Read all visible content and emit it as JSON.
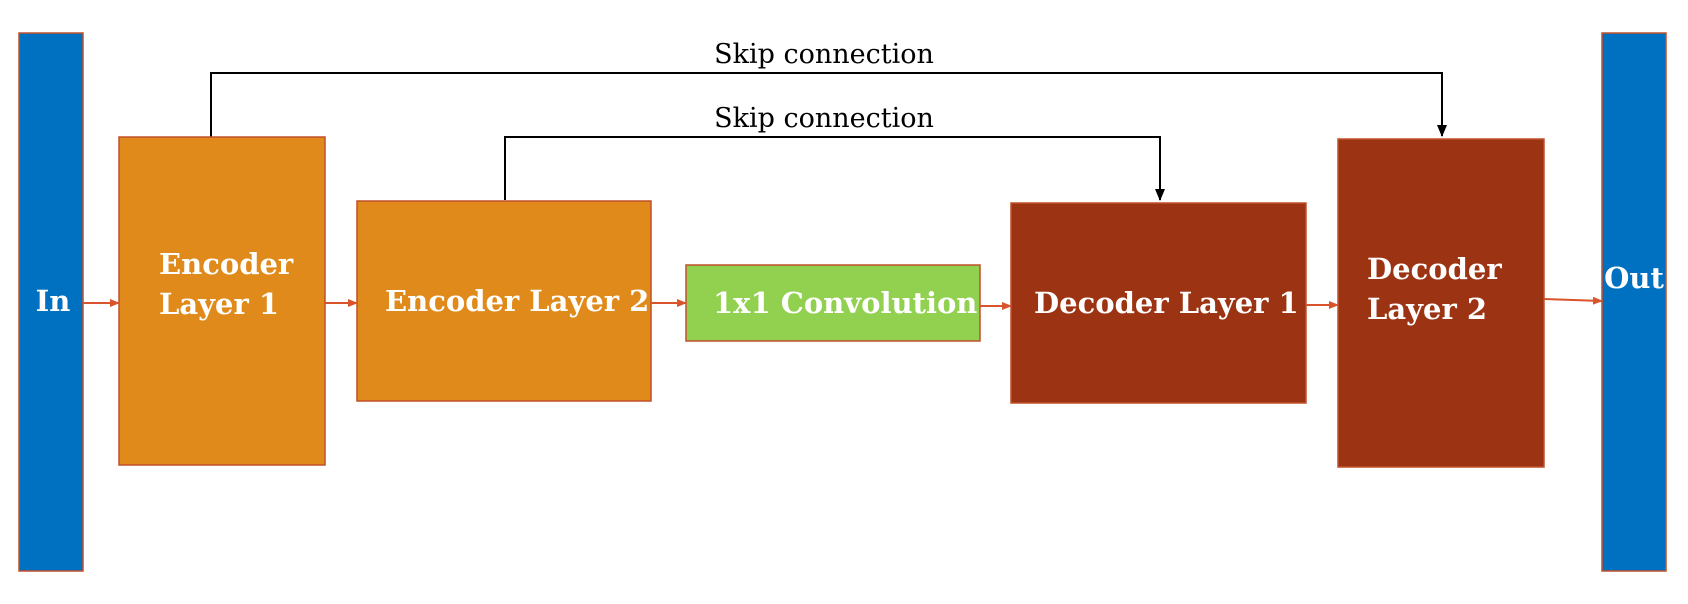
{
  "nodes": {
    "input": {
      "label": "In",
      "color": "#0070c0"
    },
    "encoder_1": {
      "label_lines": [
        "Encoder",
        "Layer 1"
      ],
      "color": "#df8a1a"
    },
    "encoder_2": {
      "label": "Encoder Layer 2",
      "color": "#df8a1a"
    },
    "conv_1x1": {
      "label": "1x1 Convolution",
      "color": "#92d050"
    },
    "decoder_1": {
      "label": "Decoder Layer 1",
      "color": "#9c3413"
    },
    "decoder_2": {
      "label_lines": [
        "Decoder",
        "Layer 2"
      ],
      "color": "#9c3413"
    },
    "output": {
      "label": "Out",
      "color": "#0070c0"
    }
  },
  "edges": {
    "flow_color": "#d9532c",
    "skip_color": "#000000"
  },
  "skip_connections": [
    {
      "label": "Skip connection",
      "from": "encoder_1",
      "to": "decoder_2"
    },
    {
      "label": "Skip connection",
      "from": "encoder_2",
      "to": "decoder_1"
    }
  ]
}
